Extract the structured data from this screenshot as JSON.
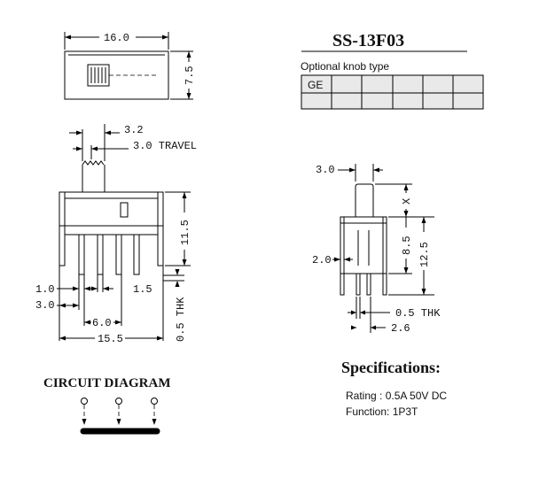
{
  "model": {
    "part_number": "SS-13F03"
  },
  "knob_table": {
    "title": "Optional knob type",
    "cells": [
      "GE",
      "",
      "",
      "",
      "",
      ""
    ]
  },
  "top_view": {
    "width_dim": "16.0",
    "height_dim": "7.5"
  },
  "front_view": {
    "knob_width": "3.2",
    "travel": "3.0 TRAVEL",
    "height": "11.5",
    "pin_width": "1.0",
    "pin_offset": "3.0",
    "pin_gap": "1.5",
    "pitch": "6.0",
    "overall": "15.5",
    "thickness": "0.5 THK"
  },
  "side_view": {
    "knob_width": "3.0",
    "knob_height": "X",
    "body_height": "8.5",
    "total_height": "12.5",
    "base": "2.0",
    "thickness": "0.5 THK",
    "pin_span": "2.6"
  },
  "circuit": {
    "title": "CIRCUIT DIAGRAM"
  },
  "specs": {
    "title": "Specifications:",
    "rating": "Rating : 0.5A 50V DC",
    "function": "Function: 1P3T"
  }
}
